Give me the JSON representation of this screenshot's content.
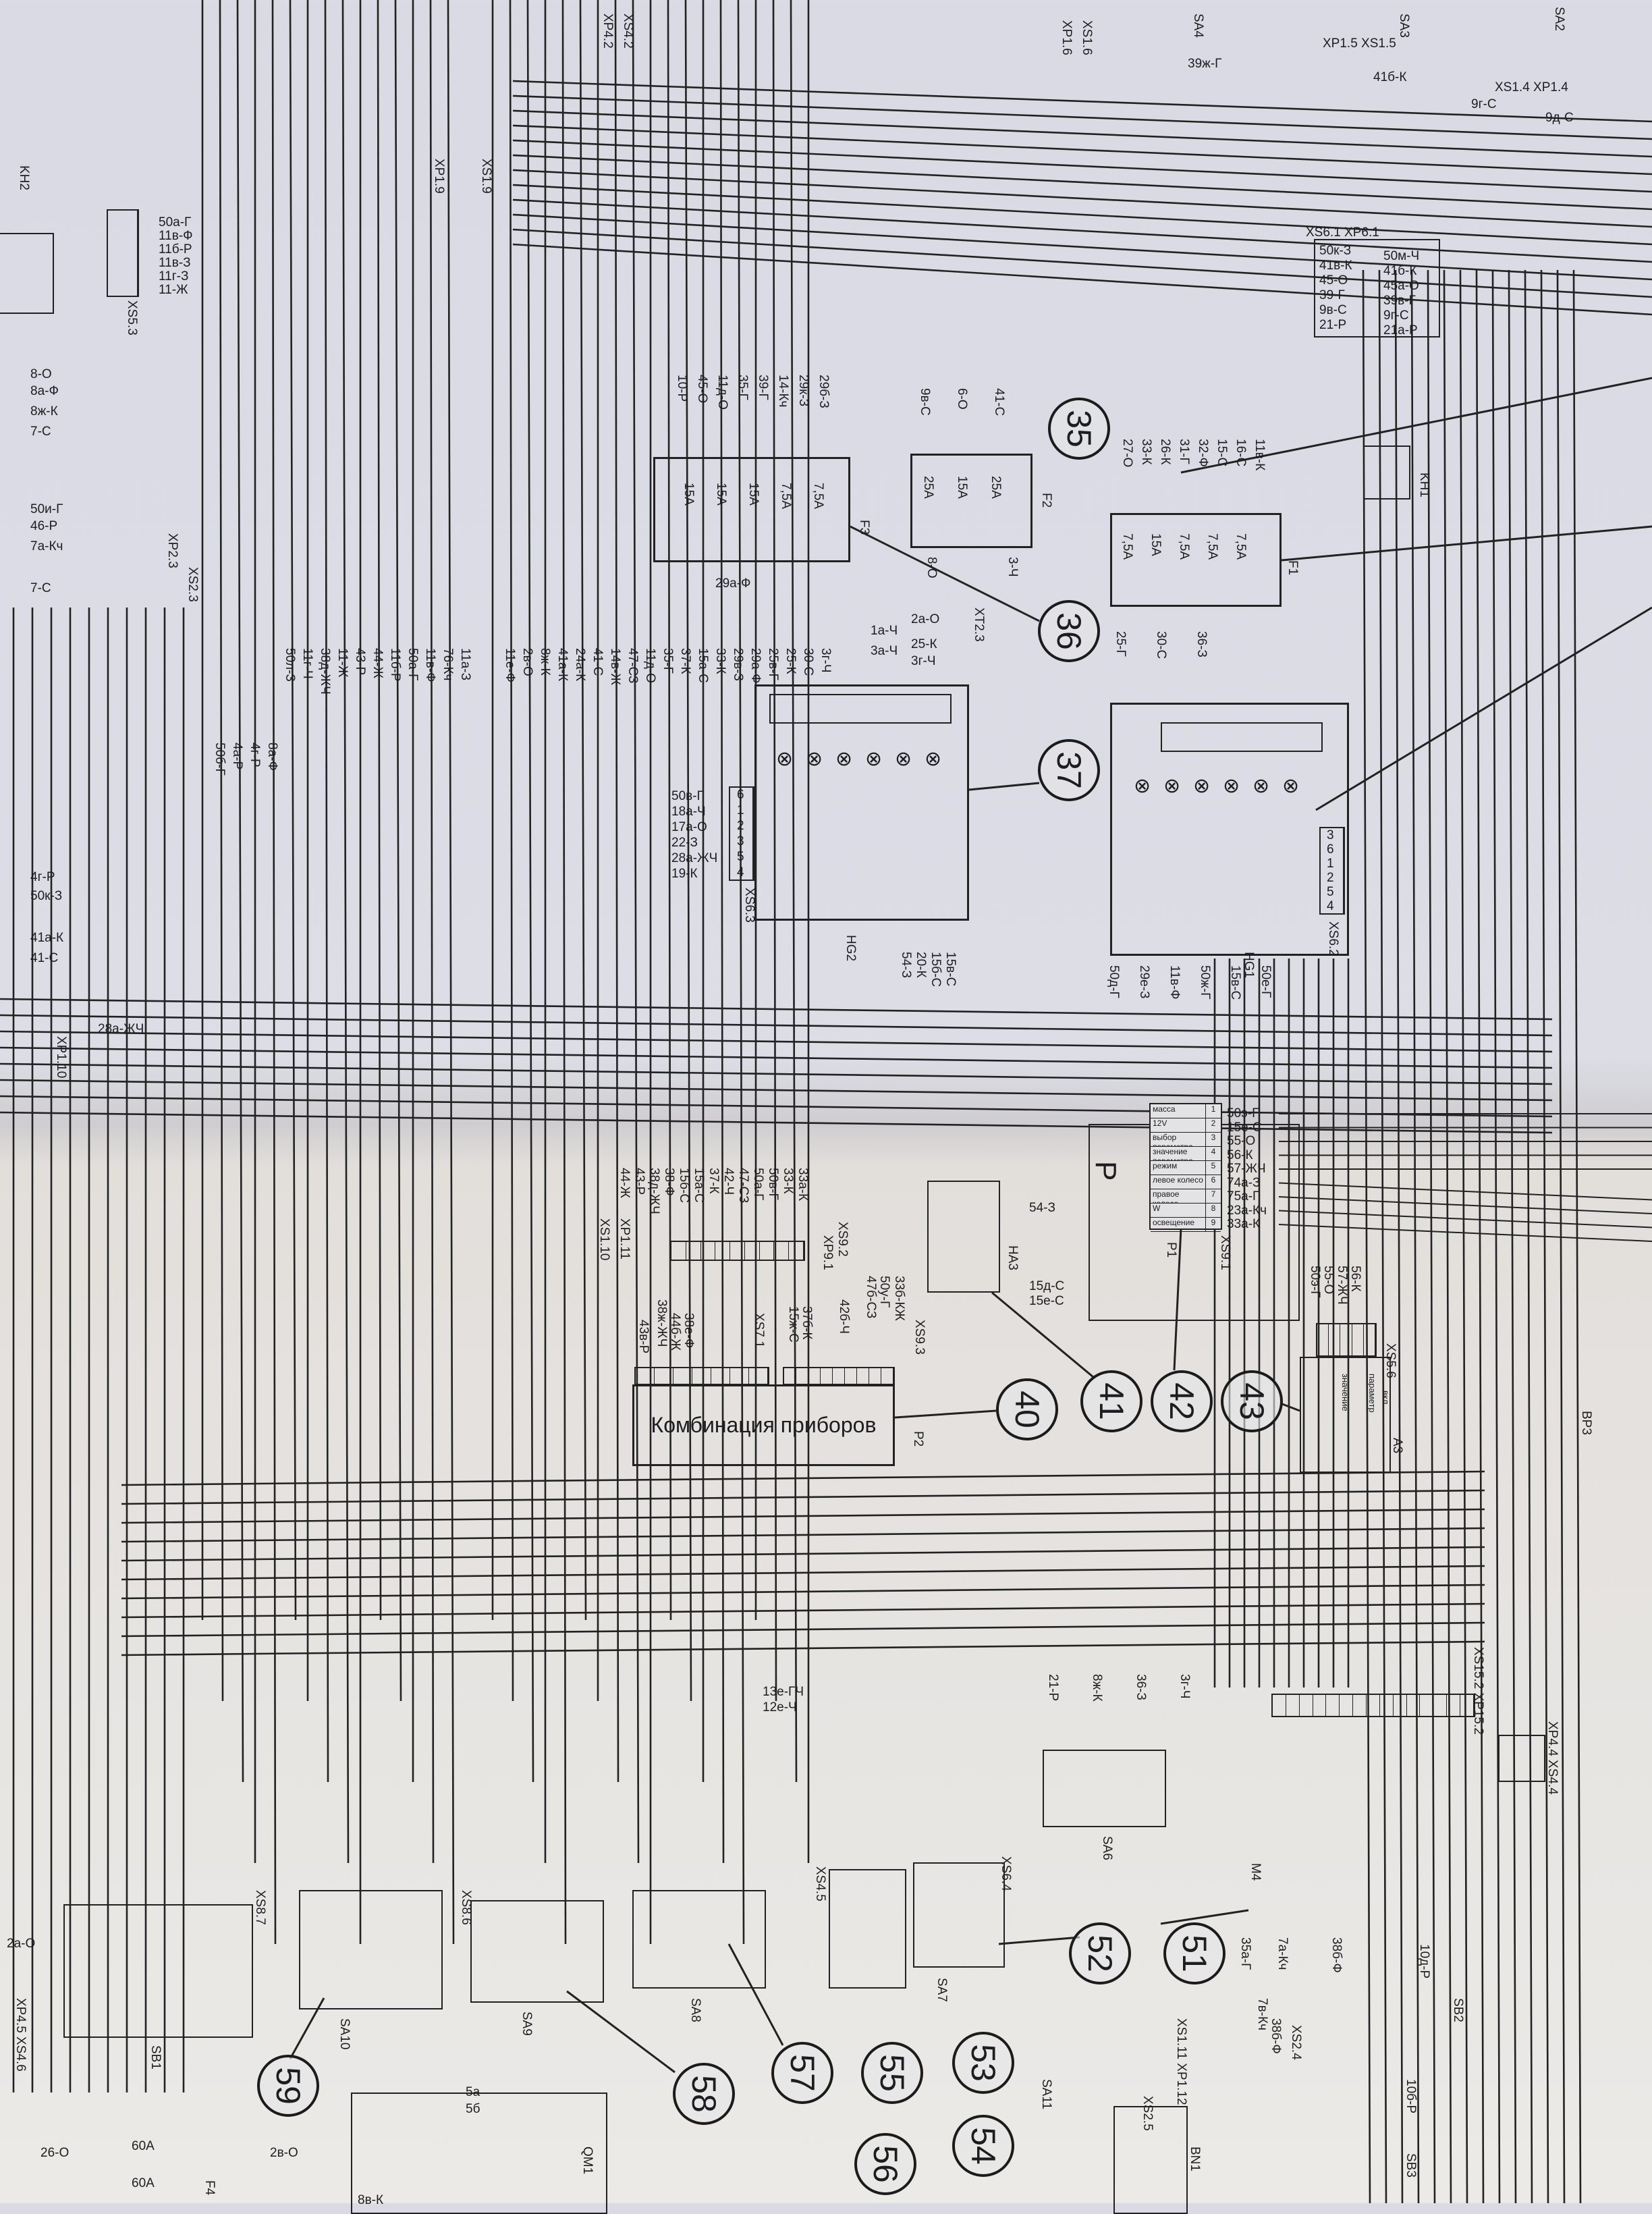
{
  "callouts": [
    "35",
    "36",
    "37",
    "40",
    "41",
    "42",
    "43",
    "51",
    "52",
    "53",
    "54",
    "55",
    "56",
    "57",
    "58",
    "59"
  ],
  "components": {
    "p2": {
      "ref": "P2",
      "title": "Комбинация приборов",
      "connectors": [
        "XS9.3",
        "XS7.1"
      ],
      "xs93_wires": [
        "33б-КЖ",
        "50у-Г",
        "47б-СЗ",
        "42б-Ч",
        "37б-К",
        "15ж-С"
      ],
      "xs71_wires": [
        "38е-Ф",
        "44б-Ж",
        "38ж-ЖЧ",
        "43в-Р"
      ]
    },
    "xs92": {
      "ref": "XS9.2",
      "ref2": "XP9.1",
      "wires": [
        "44-Ж",
        "43-Р",
        "38д-ЖЧ",
        "38-Ф",
        "15б-С",
        "15а-С",
        "37-К",
        "42-Ч",
        "47-СЗ",
        "50а-Г",
        "50в-Г",
        "33-К",
        "33а-К"
      ]
    },
    "p1": {
      "ref": "P1",
      "connector": "XS9.1",
      "symbol": "P",
      "rows": [
        {
          "pin": "1",
          "label": "масса",
          "wire": "50э-Г"
        },
        {
          "pin": "2",
          "label": "12V",
          "wire": "15е-С"
        },
        {
          "pin": "3",
          "label": "выбор параметра",
          "wire": "55-О"
        },
        {
          "pin": "4",
          "label": "значение параметра",
          "wire": "56-К"
        },
        {
          "pin": "5",
          "label": "режим",
          "wire": "57-ЖЧ"
        },
        {
          "pin": "6",
          "label": "левое колесо",
          "wire": "74а-З"
        },
        {
          "pin": "7",
          "label": "правое колесо",
          "wire": "75а-Г"
        },
        {
          "pin": "8",
          "label": "W",
          "wire": "23а-Кч"
        },
        {
          "pin": "9",
          "label": "освещение",
          "wire": "33а-К"
        }
      ]
    },
    "ha3": {
      "ref": "HA3",
      "wires": [
        "54-З",
        "15д-С",
        "15е-С"
      ]
    },
    "a3": {
      "ref": "A3",
      "connector": "XS5.6",
      "labels": [
        "вкл.",
        "параметр",
        "значение"
      ],
      "pins": [
        "значение параметра",
        "режим",
        "выбор параметра",
        "масса"
      ],
      "wires": [
        "56-К",
        "57-ЖЧ",
        "55-О",
        "50э-Г"
      ]
    },
    "hg2": {
      "ref": "HG2",
      "connector": "XS6.3",
      "inputs": [
        {
          "pin": "6",
          "wire": "50в-Г"
        },
        {
          "pin": "1",
          "wire": "18а-Ч"
        },
        {
          "pin": "2",
          "wire": "17а-О"
        },
        {
          "pin": "3",
          "wire": "22-З"
        },
        {
          "pin": "5",
          "wire": "28а-ЖЧ"
        },
        {
          "pin": "4",
          "wire": "19-К"
        }
      ],
      "outputs": [
        "54-З",
        "20-К",
        "15б-С",
        "15в-С"
      ]
    },
    "hg1": {
      "ref": "HG1",
      "connector": "XS6.2",
      "pins": [
        "3",
        "6",
        "1",
        "2",
        "5",
        "4"
      ],
      "outputs": [
        "50д-Г",
        "29е-З",
        "11в-Ф",
        "50ж-Г",
        "15в-С",
        "50е-Г"
      ]
    },
    "f3": {
      "ref": "F3",
      "fuses": [
        "15A",
        "15A",
        "15A",
        "7,5A",
        "7,5A"
      ],
      "wire": "29а-Ф",
      "top_wires": [
        "10-Р",
        "45-О",
        "11д-О",
        "35-Г",
        "39-Г",
        "14-Кч",
        "29к-З",
        "29б-З"
      ]
    },
    "f2": {
      "ref": "F2",
      "fuses": [
        "25A",
        "15A",
        "25A"
      ],
      "top_wires": [
        "9в-С",
        "6-О",
        "41-С"
      ],
      "bottom_wires": [
        "8-О",
        "3-Ч"
      ]
    },
    "f1": {
      "ref": "F1",
      "fuses": [
        "7,5A",
        "15A",
        "7,5A",
        "7,5A",
        "7,5A"
      ],
      "top_wires": [
        "27-О",
        "33-К",
        "26-К",
        "31-Г",
        "32-Ф",
        "15-С",
        "16-С",
        "11в-К"
      ],
      "bottom_wires": [
        "25-Г",
        "30-С",
        "36-З"
      ]
    },
    "xt23": {
      "ref": "XT2.3",
      "wires": [
        "2а-О",
        "1а-Ч",
        "25-К",
        "3а-Ч",
        "3г-Ч",
        "3а-Ч"
      ]
    },
    "xs61": {
      "ref": "XS6.1 XP6.1",
      "left": [
        "50к-З",
        "41в-К",
        "45-О",
        "39-Г",
        "9в-С",
        "21-Р"
      ],
      "right": [
        "50м-Ч",
        "41б-К",
        "45а-О",
        "39в-Г",
        "9г-С",
        "21а-Р"
      ]
    },
    "kh1": {
      "ref": "KH1"
    },
    "kh2": {
      "ref": "KH2",
      "connector": "XS5.3",
      "wires": [
        "50а-Г",
        "11в-Ф",
        "11б-Р",
        "11в-З",
        "11г-З",
        "11-Ж"
      ]
    },
    "left_wires": [
      "8-О",
      "8а-Ф",
      "8ж-К",
      "7-С",
      "50и-Г",
      "46-Р",
      "7а-Кч",
      "7-С",
      "4г-Р",
      "50к-З",
      "41а-К",
      "41-С",
      "28а-ЖЧ"
    ],
    "left_connectors": [
      "XP2.3",
      "XS2.3",
      "XP1.10",
      "XS1.10",
      "XP1.11",
      "XP1.9",
      "XS1.9"
    ],
    "vertical_bundle": [
      "50б-Г",
      "4а-Р",
      "4г-Р",
      "8а-Ф",
      "50л-З",
      "11г-Ч",
      "38д-ЖЧ",
      "11-Ж",
      "43-Р",
      "44-Ж",
      "11б-Р",
      "50а-Г",
      "11в-Ф",
      "76-Кч",
      "11а-З",
      "11е-Ф",
      "2в-О",
      "8ж-К",
      "41а-К",
      "24а-К",
      "41-С",
      "14в-Ж",
      "47-СЗ",
      "11д-О",
      "35-Г",
      "37-К",
      "15а-С",
      "33-К",
      "29в-З",
      "29а-Ф",
      "25в-Г",
      "25-К",
      "30-С",
      "3г-Ч"
    ],
    "top": [
      "XS1.6",
      "XP1.6",
      "XS4.2",
      "XP4.2",
      "XP1.5 XS1.5",
      "XS1.4 XP1.4",
      "SA4",
      "SA3",
      "SA2",
      "39ж-Г",
      "41б-К",
      "9г-С",
      "9д-С"
    ],
    "bottom": {
      "sa6": "SA6",
      "sa7": "SA7",
      "sa8": "SA8",
      "sa9": "SA9",
      "sa10": "SA10",
      "sb1": "SB1",
      "xs87": "XS8.7",
      "xs86": "XS8.6",
      "xs45": "XS4.5",
      "xs64": "XS6.4",
      "m4": "M4",
      "bn1": "BN1",
      "qm1": "QM1",
      "sa11": "SA11",
      "sb2": "SB2",
      "sb3": "SB3",
      "bp3": "BP3",
      "xs152": "XS15.2 XP15.2",
      "xp44": "XP4.4 XS4.4",
      "xs24": "XS2.4",
      "xs25": "XS2.5",
      "xs111": "XS1.11 XP1.12",
      "xp45": "XP4.5 XS4.6",
      "wires_h": [
        "13е-ГЧ",
        "12е-Ч"
      ],
      "sa6_wires": [
        "21-Р",
        "8ж-К",
        "36-З",
        "3г-Ч"
      ],
      "fuses": [
        "60A",
        "60A"
      ],
      "f4": "F4",
      "misc": [
        "2а-О",
        "26-О",
        "2в-О",
        "8в-К",
        "5а",
        "5б",
        "35а-Г",
        "7а-Кч",
        "38б-Ф",
        "7в-Кч",
        "38б-Ф",
        "10д-Р",
        "10б-Р"
      ]
    }
  }
}
